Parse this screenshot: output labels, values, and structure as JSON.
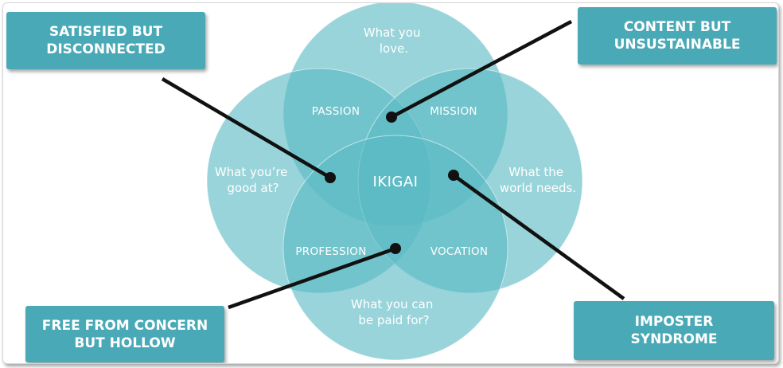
{
  "circles": {
    "top": {
      "line1": "What you",
      "line2": "love."
    },
    "left": {
      "line1": "What you’re",
      "line2": "good at?"
    },
    "right": {
      "line1": "What the",
      "line2": "world needs."
    },
    "bottom": {
      "line1": "What you can",
      "line2": "be paid for?"
    }
  },
  "regions": {
    "passion": "PASSION",
    "mission": "MISSION",
    "profession": "PROFESSION",
    "vocation": "VOCATION",
    "center": "IKIGAI"
  },
  "callouts": {
    "top_left": "SATISFIED BUT\nDISCONNECTED",
    "top_right": "CONTENT BUT\nUNSUSTAINABLE",
    "bottom_left": "FREE FROM CONCERN\nBUT HOLLOW",
    "bottom_right": "IMPOSTER\nSYNDROME"
  },
  "colors": {
    "circle_fill": "#5bb9c4",
    "callout_bg": "#4aa9b6",
    "line": "#111111"
  }
}
